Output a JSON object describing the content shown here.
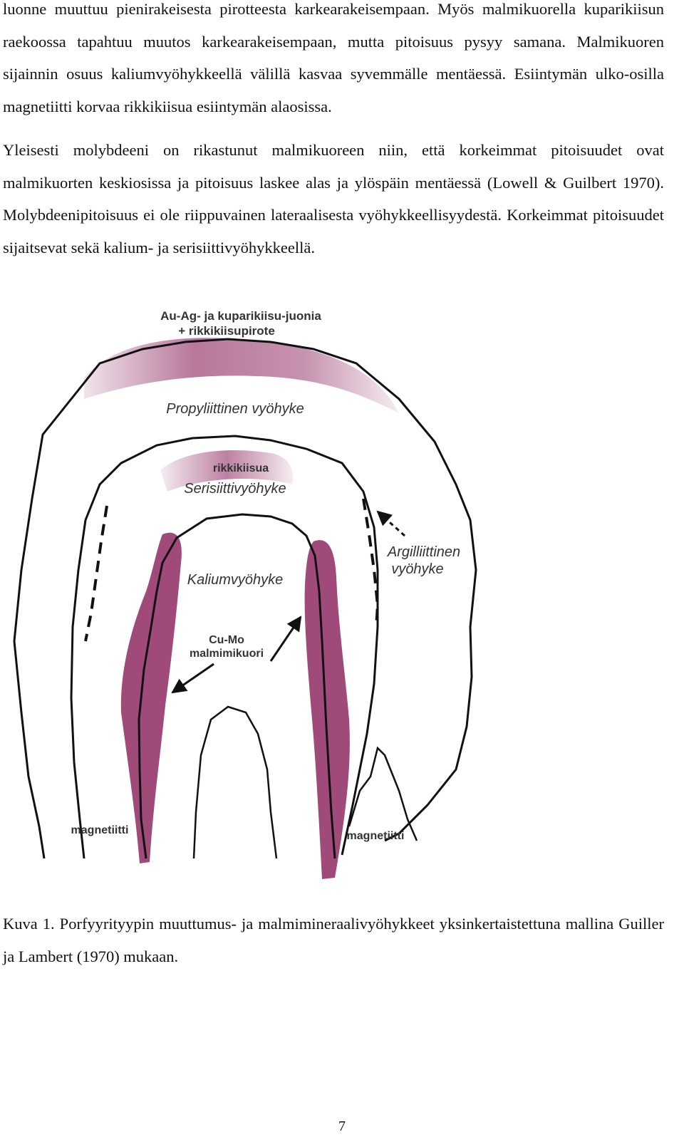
{
  "paragraphs": [
    "luonne muuttuu pienirakeisesta pirotteesta karkearakeisempaan. Myös malmikuorella kuparikiisun raekoossa tapahtuu muutos karkearakeisempaan, mutta pitoisuus pysyy samana. Malmikuoren sijainnin osuus kaliumvyöhykkeellä välillä kasvaa syvemmälle mentäessä. Esiintymän ulko-osilla magnetiitti korvaa rikkikiisua esiintymän alaosissa.",
    "Yleisesti molybdeeni on rikastunut malmikuoreen niin, että korkeimmat pitoisuudet ovat malmikuorten keskiosissa ja pitoisuus laskee alas ja ylöspäin mentäessä (Lowell & Guilbert 1970). Molybdeenipitoisuus ei ole riippuvainen lateraalisesta vyöhykkeellisyydestä. Korkeimmat pitoisuudet sijaitsevat sekä kalium- ja serisiittivyöhykkeellä."
  ],
  "figure": {
    "labels": {
      "au_ag_line1": "Au-Ag- ja kuparikiisu-juonia",
      "au_ag_line2": "+ rikkikiisupirote",
      "propylitic": "Propyliittinen vyöhyke",
      "pyrite": "rikkikiisua",
      "sericite": "Serisiittivyöhyke",
      "argillic_line1": "Argilliittinen",
      "argillic_line2": "vyöhyke",
      "potassic": "Kaliumvyöhyke",
      "cumo_line1": "Cu-Mo",
      "cumo_line2": "malmimikuori",
      "magnetite_left": "magnetiitti",
      "magnetite_right": "magnetiitti"
    },
    "colors": {
      "ore_shell": "#a04a7a",
      "outline": "#111111"
    }
  },
  "caption": "Kuva 1. Porfyyrityypin muuttumus- ja malmimineraalivyöhykkeet yksinkertaistettuna mallina Guiller ja Lambert (1970) mukaan.",
  "page_number": "7"
}
